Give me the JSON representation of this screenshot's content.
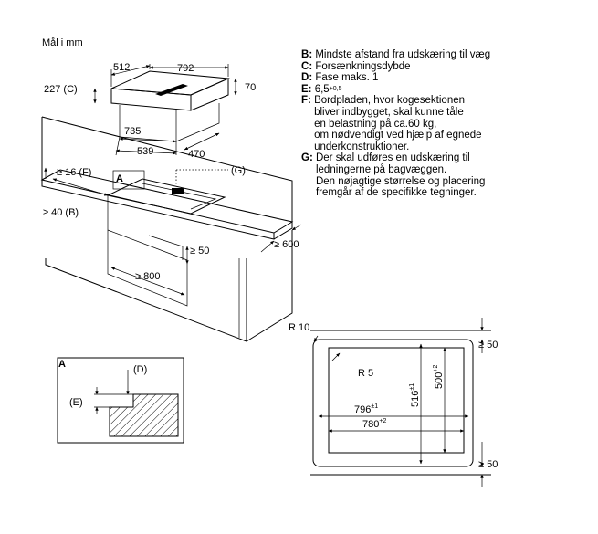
{
  "units_label": "Mål i mm",
  "legend": [
    {
      "key": "B",
      "text": "Mindste afstand fra udskæring til væg"
    },
    {
      "key": "C",
      "text": "Forsænkningsdybde"
    },
    {
      "key": "D",
      "text": "Fase maks. 1"
    },
    {
      "key": "E",
      "text": "6,5",
      "sup": "+0,5"
    },
    {
      "key": "F",
      "text": "Bordpladen, hvor kogesektionen\nbliver indbygget, skal kunne tåle\nen belastning på ca.60 kg,\nom nødvendigt ved hjælp af egnede\nunderkonstruktioner."
    },
    {
      "key": "G",
      "text": "Der skal udføres en udskæring til\nledningerne på bagvæggen.\nDen nøjagtige størrelse og placering\nfremgår af de specifikke tegninger."
    }
  ],
  "hob_dims": {
    "w512": "512",
    "w792": "792",
    "h227": "227 (",
    "h227_key": "C",
    "h227_close": ")",
    "d70": "70",
    "d735": "735",
    "d539": "539",
    "d470": "470"
  },
  "counter": {
    "f16_pre": "≥ 16 (",
    "f16_key": "F",
    "f16_post": ")",
    "b40_pre": "≥ 40 (",
    "b40_key": "B",
    "b40_post": ")",
    "g_pre": "(",
    "g_key": "G",
    "g_post": ")",
    "detail_marker": "A",
    "d50": "≥ 50",
    "d600": "≥ 600",
    "d800": "≥ 800"
  },
  "detail": {
    "label": "A",
    "d_pre": "(",
    "d_key": "D",
    "d_post": ")",
    "e_pre": "(",
    "e_key": "E",
    "e_post": ")"
  },
  "cutout": {
    "r10": "R 10",
    "r5": "R 5",
    "d50_top": "≥ 50",
    "d50_bottom": "≥ 50",
    "w796": "796",
    "w796_tol": "±1",
    "w780": "780",
    "w780_tol": "+2",
    "h516": "516",
    "h516_tol": "±1",
    "h500": "500",
    "h500_tol": "+2"
  }
}
